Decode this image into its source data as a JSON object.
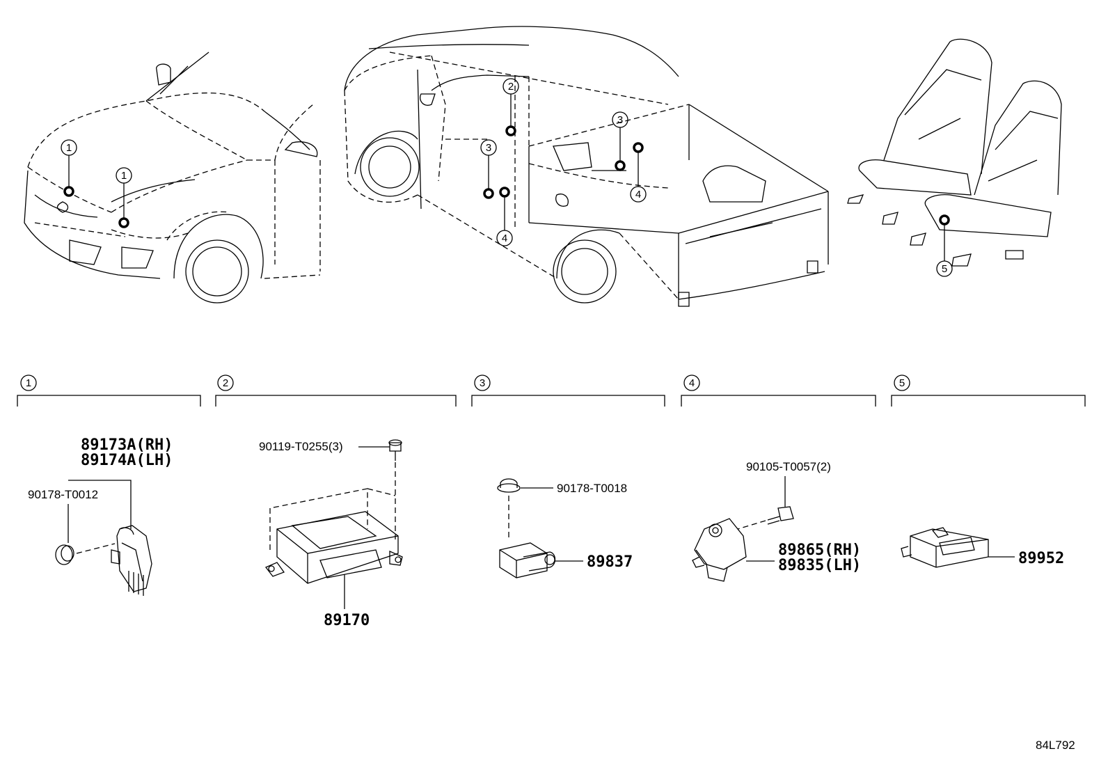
{
  "diagram_code": "84L792",
  "callouts": {
    "c1": "1",
    "c2": "2",
    "c3": "3",
    "c4": "4",
    "c5": "5"
  },
  "groups": [
    {
      "number": "1",
      "labels": [
        "89173A(RH)",
        "89174A(LH)",
        "90178-T0012"
      ]
    },
    {
      "number": "2",
      "labels": [
        "90119-T0255(3)",
        "89170"
      ]
    },
    {
      "number": "3",
      "labels": [
        "90178-T0018",
        "89837"
      ]
    },
    {
      "number": "4",
      "labels": [
        "90105-T0057(2)",
        "89865(RH)",
        "89835(LH)"
      ]
    },
    {
      "number": "5",
      "labels": [
        "89952"
      ]
    }
  ]
}
